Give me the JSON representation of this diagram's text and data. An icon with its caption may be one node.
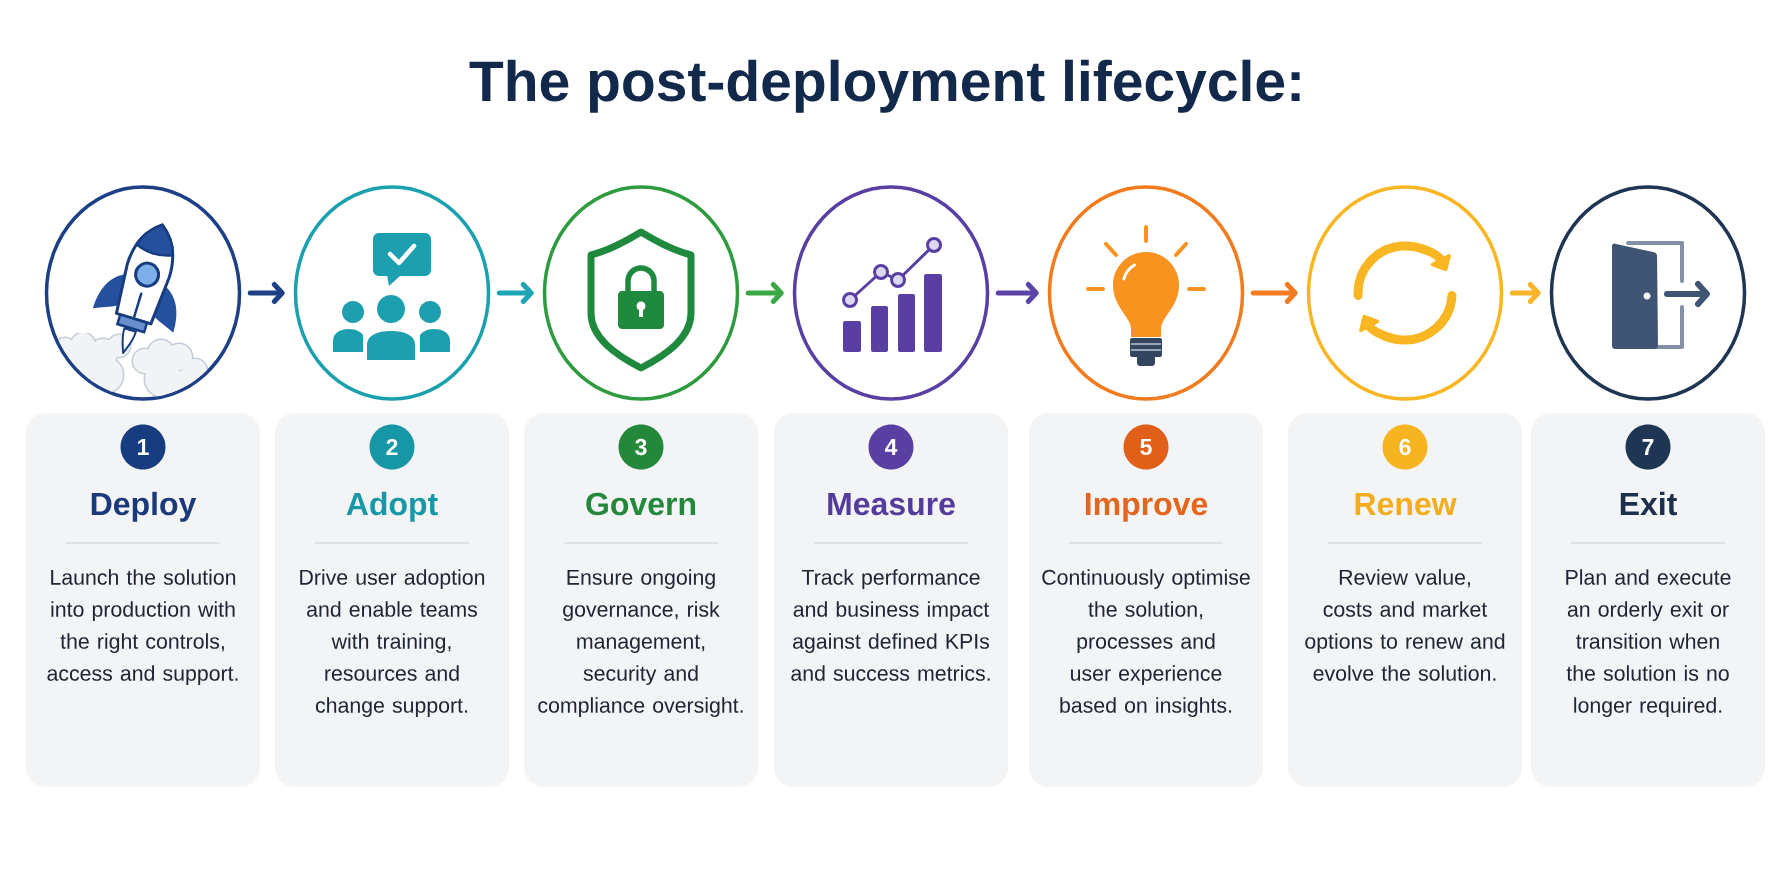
{
  "diagram": {
    "title": "The post-deployment lifecycle:",
    "nodes": [
      {
        "text": [],
        "shape": "circle"
      },
      {
        "text": [],
        "shape": "circle"
      },
      {
        "text": [],
        "shape": "circle"
      },
      {
        "text": [],
        "shape": "circle"
      },
      {
        "text": [],
        "shape": "circle"
      },
      {
        "text": [],
        "shape": "circle"
      },
      {
        "text": [],
        "shape": "circle"
      },
      {
        "text": [
          "Deploy",
          "Launch the solution into production with the right controls, access and support."
        ]
      },
      {
        "text": [
          "1"
        ],
        "in": 7
      },
      {
        "text": [
          "Adopt",
          "Drive user adoption and enable teams with training, resources and change support."
        ]
      },
      {
        "text": [
          "2"
        ],
        "in": 9
      },
      {
        "text": [
          "Govern",
          "Ensure ongoing governance, risk management, security and compliance oversight."
        ]
      },
      {
        "text": [
          "3"
        ],
        "in": 11
      },
      {
        "text": [
          "Measure",
          "Track performance and business impact against defined KPIs and success metrics."
        ]
      },
      {
        "text": [
          "4"
        ],
        "in": 13
      },
      {
        "text": [
          "Improve",
          "Continuously optimise the solution, processes and user experience based on insights."
        ]
      },
      {
        "text": [
          "5"
        ],
        "in": 15
      },
      {
        "text": [
          "Renew",
          "Review value, costs and market options to renew and evolve the solution."
        ]
      },
      {
        "text": [
          "6"
        ],
        "in": 17
      },
      {
        "text": [
          "Exit",
          "Plan and execute an orderly exit or transition when the solution is no longer required."
        ]
      },
      {
        "text": [
          "7"
        ],
        "in": 19
      }
    ],
    "edges": [
      {
        "from": 0,
        "to": 1,
        "arrow": "to",
        "color": "#1c3f86"
      },
      {
        "from": 1,
        "to": 2,
        "arrow": "to",
        "color": "#1ea5b5"
      },
      {
        "from": 2,
        "to": 3,
        "arrow": "to",
        "color": "#3aa845"
      },
      {
        "from": 3,
        "to": 4,
        "arrow": "to",
        "color": "#5b43a8"
      },
      {
        "from": 4,
        "to": 5,
        "arrow": "to",
        "color": "#f27b22"
      },
      {
        "from": 5,
        "to": 6,
        "arrow": "to",
        "color": "#f8b52a"
      }
    ]
  }
}
